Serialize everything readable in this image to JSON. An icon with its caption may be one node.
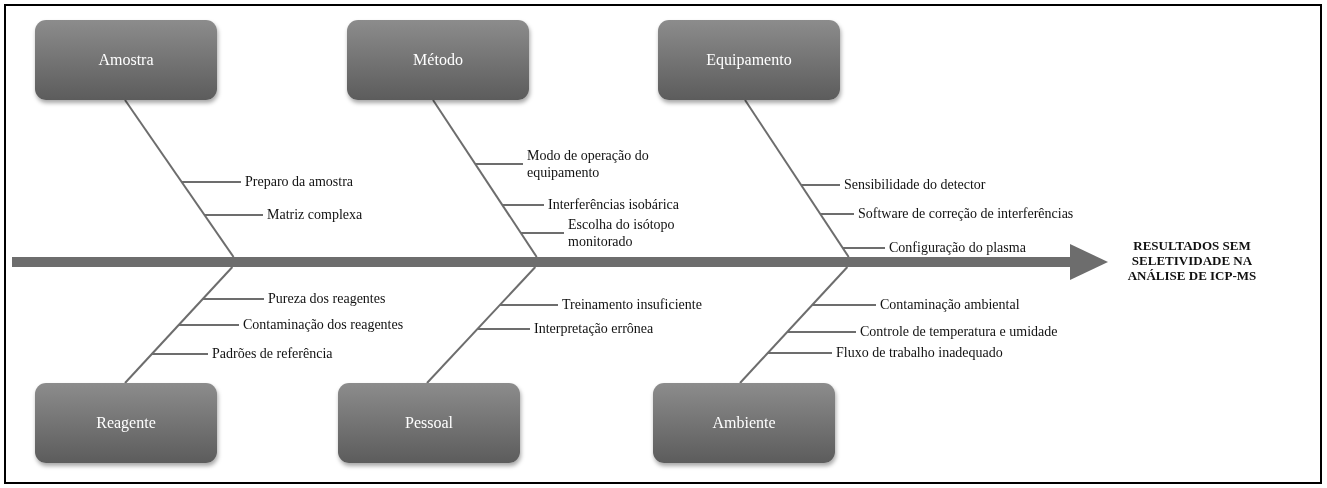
{
  "diagram": {
    "nodes": [
      {
        "text": [
          "Amostra"
        ]
      },
      {
        "text": [
          "Método"
        ]
      },
      {
        "text": [
          "Equipamento"
        ]
      },
      {
        "text": [
          "Reagente"
        ]
      },
      {
        "text": [
          "Pessoal"
        ]
      },
      {
        "text": [
          "Ambiente"
        ]
      },
      {
        "text": [
          "RESULTADOS SEM SELETIVIDADE NA ANÁLISE DE ICP-MS"
        ]
      },
      {
        "text": [
          "Preparo da amostra"
        ]
      },
      {
        "text": [
          "Matriz complexa"
        ]
      },
      {
        "text": [
          "Modo de operação do equipamento"
        ]
      },
      {
        "text": [
          "Interferências isobárica"
        ]
      },
      {
        "text": [
          "Escolha do isótopo monitorado"
        ]
      },
      {
        "text": [
          "Sensibilidade do detector"
        ]
      },
      {
        "text": [
          "Software de correção de interferências"
        ]
      },
      {
        "text": [
          "Configuração do plasma"
        ]
      },
      {
        "text": [
          "Pureza dos reagentes"
        ]
      },
      {
        "text": [
          "Contaminação dos reagentes"
        ]
      },
      {
        "text": [
          "Padrões de referência"
        ]
      },
      {
        "text": [
          "Treinamento insuficiente"
        ]
      },
      {
        "text": [
          "Interpretação errônea"
        ]
      },
      {
        "text": [
          "Contaminação ambiental"
        ]
      },
      {
        "text": [
          "Controle de temperatura e umidade"
        ]
      },
      {
        "text": [
          "Fluxo de trabalho inadequado"
        ]
      }
    ],
    "edges": [
      {
        "from": null,
        "to": 6,
        "arrow": "to",
        "style": "thick"
      },
      {
        "from": 0,
        "to": null,
        "arrow": "none"
      },
      {
        "from": 1,
        "to": null,
        "arrow": "none"
      },
      {
        "from": 2,
        "to": null,
        "arrow": "none"
      },
      {
        "from": 3,
        "to": null,
        "arrow": "none"
      },
      {
        "from": 4,
        "to": null,
        "arrow": "none"
      },
      {
        "from": 5,
        "to": null,
        "arrow": "none"
      },
      {
        "from": 7,
        "to": null,
        "arrow": "none"
      },
      {
        "from": 8,
        "to": null,
        "arrow": "none"
      },
      {
        "from": 9,
        "to": null,
        "arrow": "none"
      },
      {
        "from": 10,
        "to": null,
        "arrow": "none"
      },
      {
        "from": 11,
        "to": null,
        "arrow": "none"
      },
      {
        "from": 12,
        "to": null,
        "arrow": "none"
      },
      {
        "from": 13,
        "to": null,
        "arrow": "none"
      },
      {
        "from": 14,
        "to": null,
        "arrow": "none"
      },
      {
        "from": 15,
        "to": null,
        "arrow": "none"
      },
      {
        "from": 16,
        "to": null,
        "arrow": "none"
      },
      {
        "from": 17,
        "to": null,
        "arrow": "none"
      },
      {
        "from": 18,
        "to": null,
        "arrow": "none"
      },
      {
        "from": 19,
        "to": null,
        "arrow": "none"
      },
      {
        "from": 20,
        "to": null,
        "arrow": "none"
      },
      {
        "from": 21,
        "to": null,
        "arrow": "none"
      },
      {
        "from": 22,
        "to": null,
        "arrow": "none"
      }
    ]
  }
}
